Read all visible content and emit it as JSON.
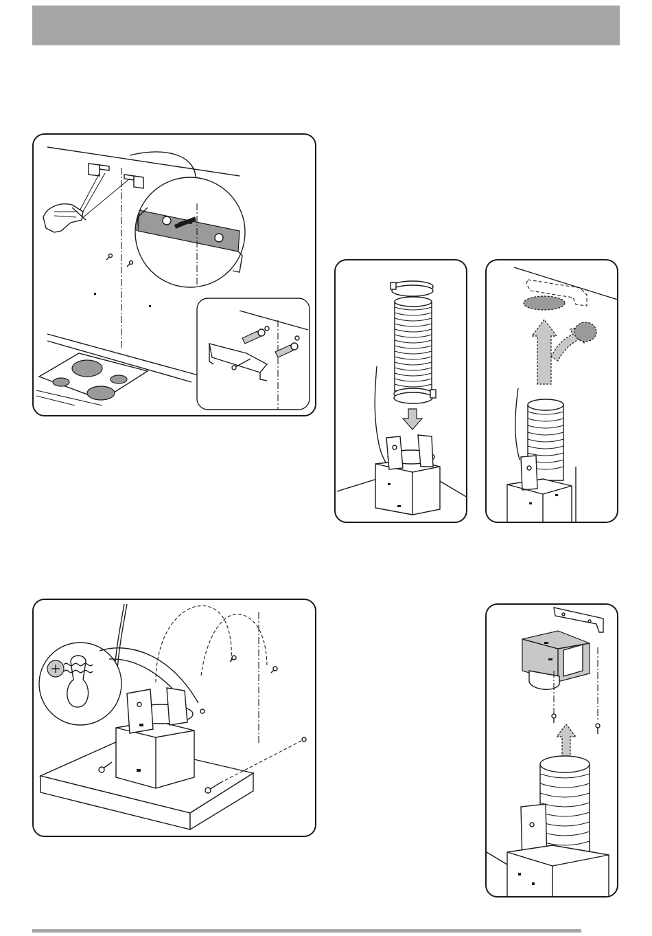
{
  "page": {
    "header": {
      "title": ""
    },
    "figures": [
      {
        "id": "fig-wall-bracket-marking",
        "caption": ""
      },
      {
        "id": "fig-duct-attach",
        "caption": ""
      },
      {
        "id": "fig-air-outlet-direction",
        "caption": ""
      },
      {
        "id": "fig-hood-mounting-screws",
        "caption": ""
      },
      {
        "id": "fig-recirculation-deflector",
        "caption": ""
      }
    ]
  },
  "colors": {
    "header_bar": "#a6a6a6",
    "footer_bar": "#a6a6a6",
    "panel_border": "#1a1a1a",
    "hob_zone": "#9a9a9a",
    "arrow_fill": "#c8c8c8"
  },
  "icons": [
    "pencil-hand-icon",
    "screw-icon",
    "wall-plug-icon",
    "hose-clamp-icon",
    "arrow-down-icon",
    "airflow-arrow-icon",
    "keyhole-slot-icon"
  ]
}
